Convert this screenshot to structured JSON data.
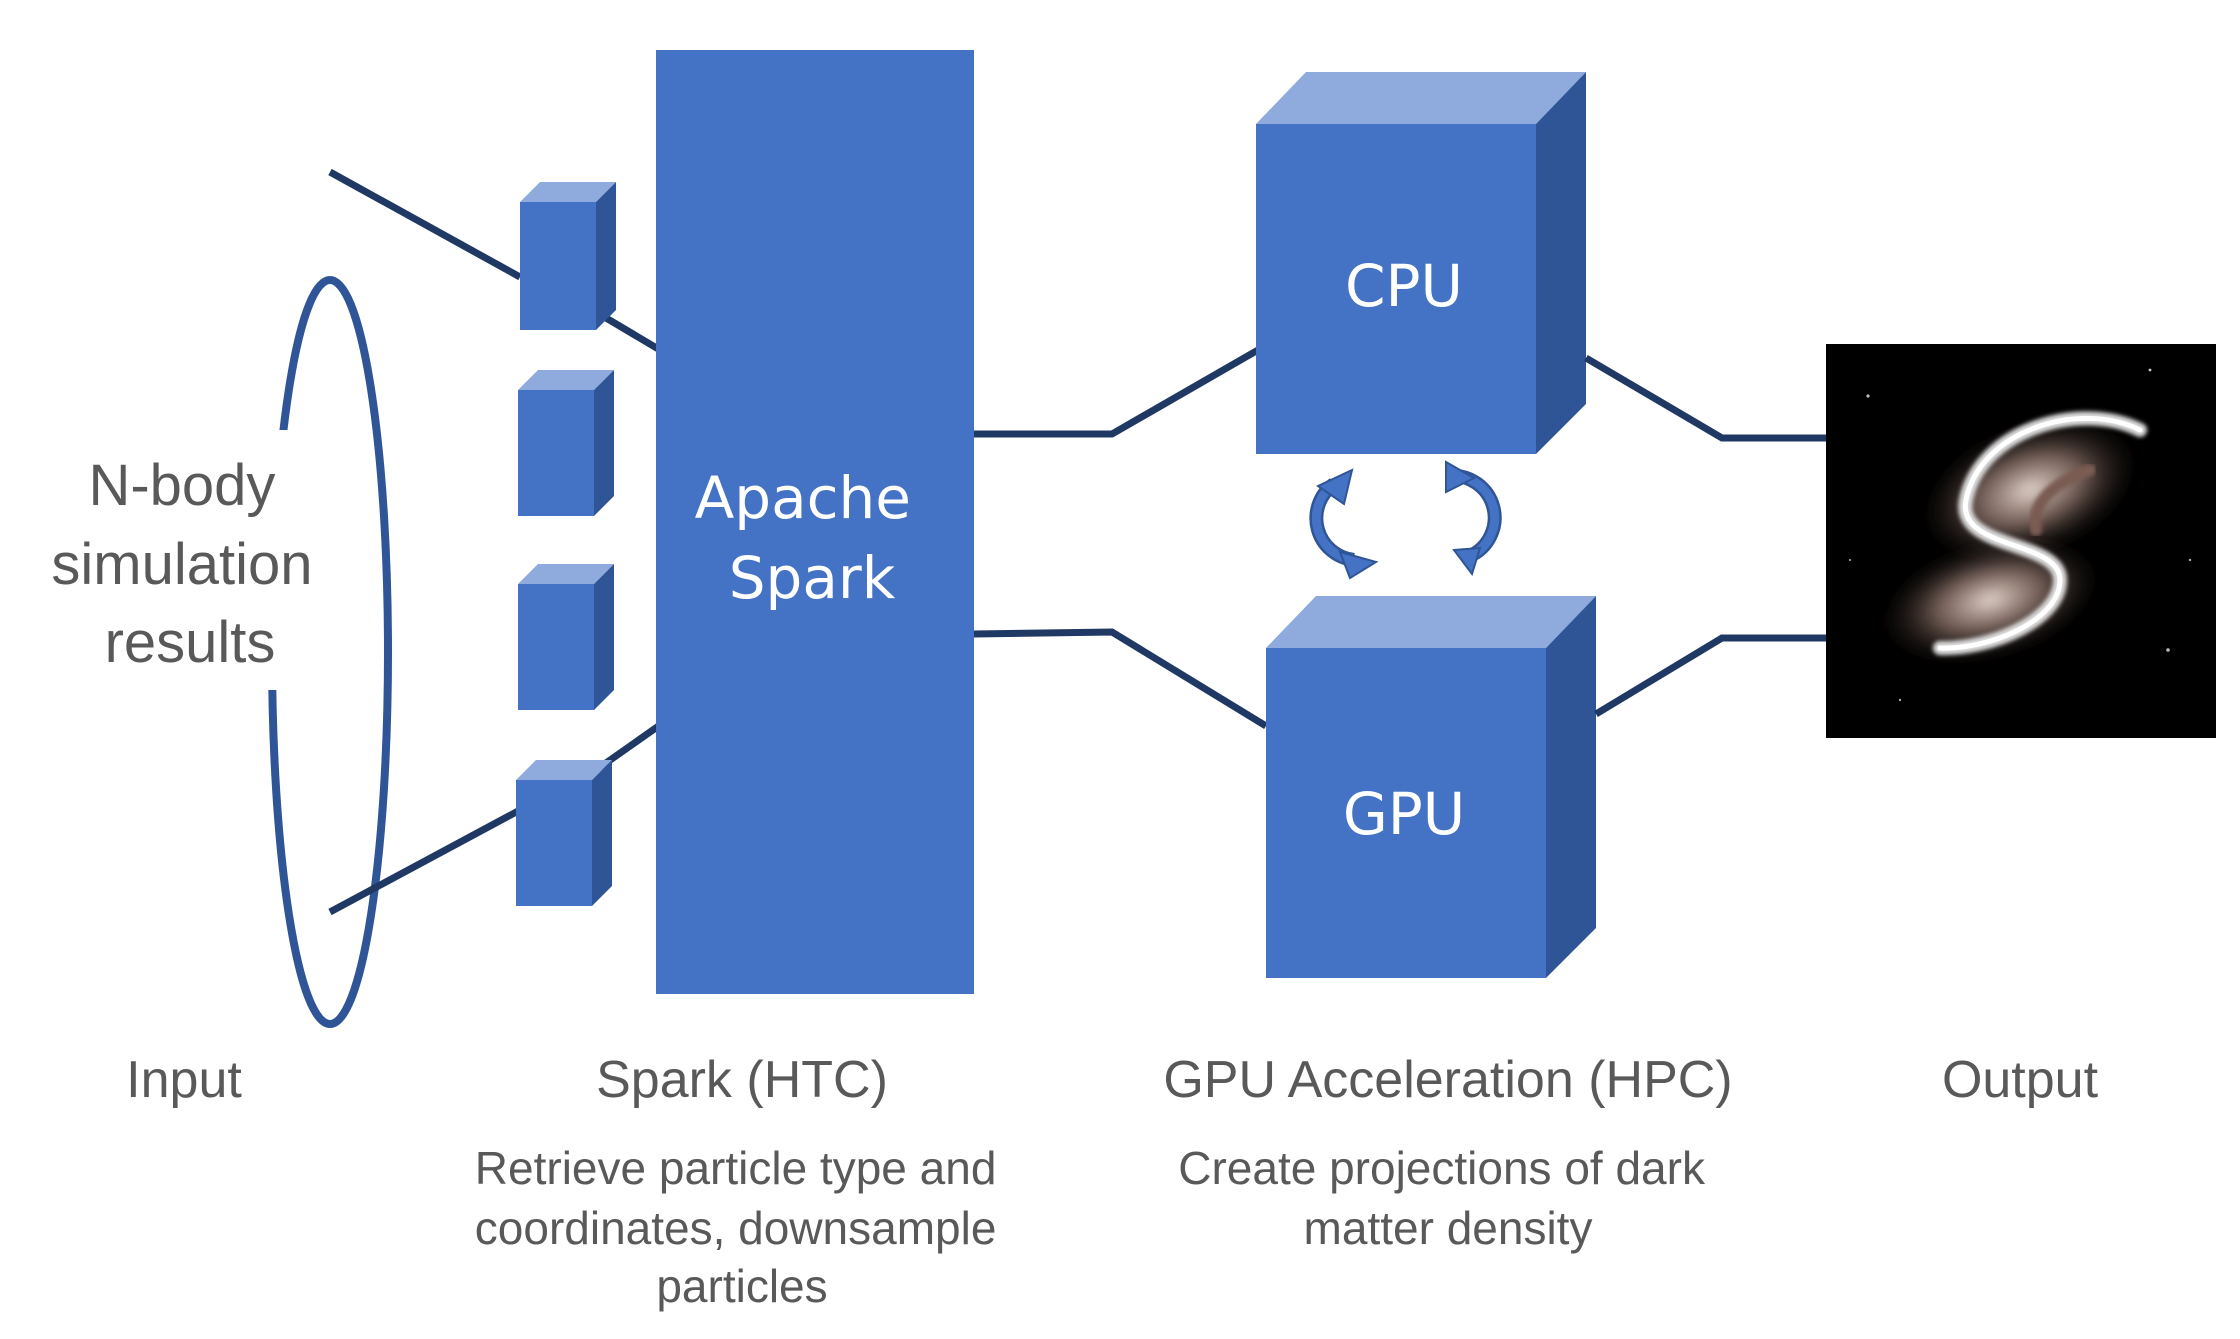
{
  "input": {
    "ellipse_label_lines": [
      "N-body",
      "simulation",
      "results"
    ],
    "stage_label": "Input"
  },
  "spark": {
    "box_label_lines": [
      "Apache",
      "Spark"
    ],
    "stage_label": "Spark (HTC)",
    "description_lines": [
      "Retrieve particle type and",
      "coordinates, downsample",
      "particles"
    ]
  },
  "gpu_accel": {
    "cpu_label": "CPU",
    "gpu_label": "GPU",
    "stage_label": "GPU Acceleration (HPC)",
    "description_lines": [
      "Create projections of dark",
      "matter density"
    ]
  },
  "output": {
    "stage_label": "Output"
  },
  "colors": {
    "box_front": "#4472c4",
    "box_top": "#8faadc",
    "box_side": "#2f5597",
    "line": "#1f3864",
    "text": "#595959",
    "output_bg": "#000000"
  }
}
